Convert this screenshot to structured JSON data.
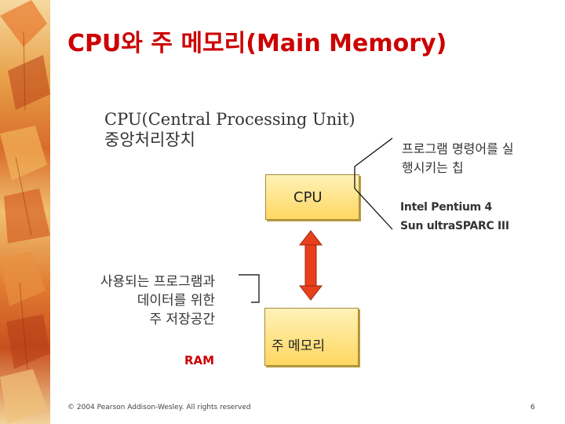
{
  "slide": {
    "title": "CPU와 주 메모리(Main Memory)",
    "cpu_definition": {
      "line1": "CPU(Central Processing Unit)",
      "line2": "중앙처리장치"
    },
    "cpu_description": {
      "line1": "프로그램 명령어를 실",
      "line2": "행시키는 칩"
    },
    "cpu_box_label": "CPU",
    "cpu_examples": {
      "line1": "Intel Pentium 4",
      "line2": "Sun ultraSPARC III"
    },
    "memory_description": {
      "line1": "사용되는 프로그램과",
      "line2": "데이터를 위한",
      "line3": "주 저장공간"
    },
    "memory_box_label": "주 메모리",
    "ram_label": "RAM",
    "footer": "© 2004 Pearson Addison-Wesley. All rights reserved",
    "page_number": "6"
  },
  "colors": {
    "title": "#cc0000",
    "arrow": "#e8401c",
    "box_fill": "#ffd761",
    "text": "#333333"
  }
}
